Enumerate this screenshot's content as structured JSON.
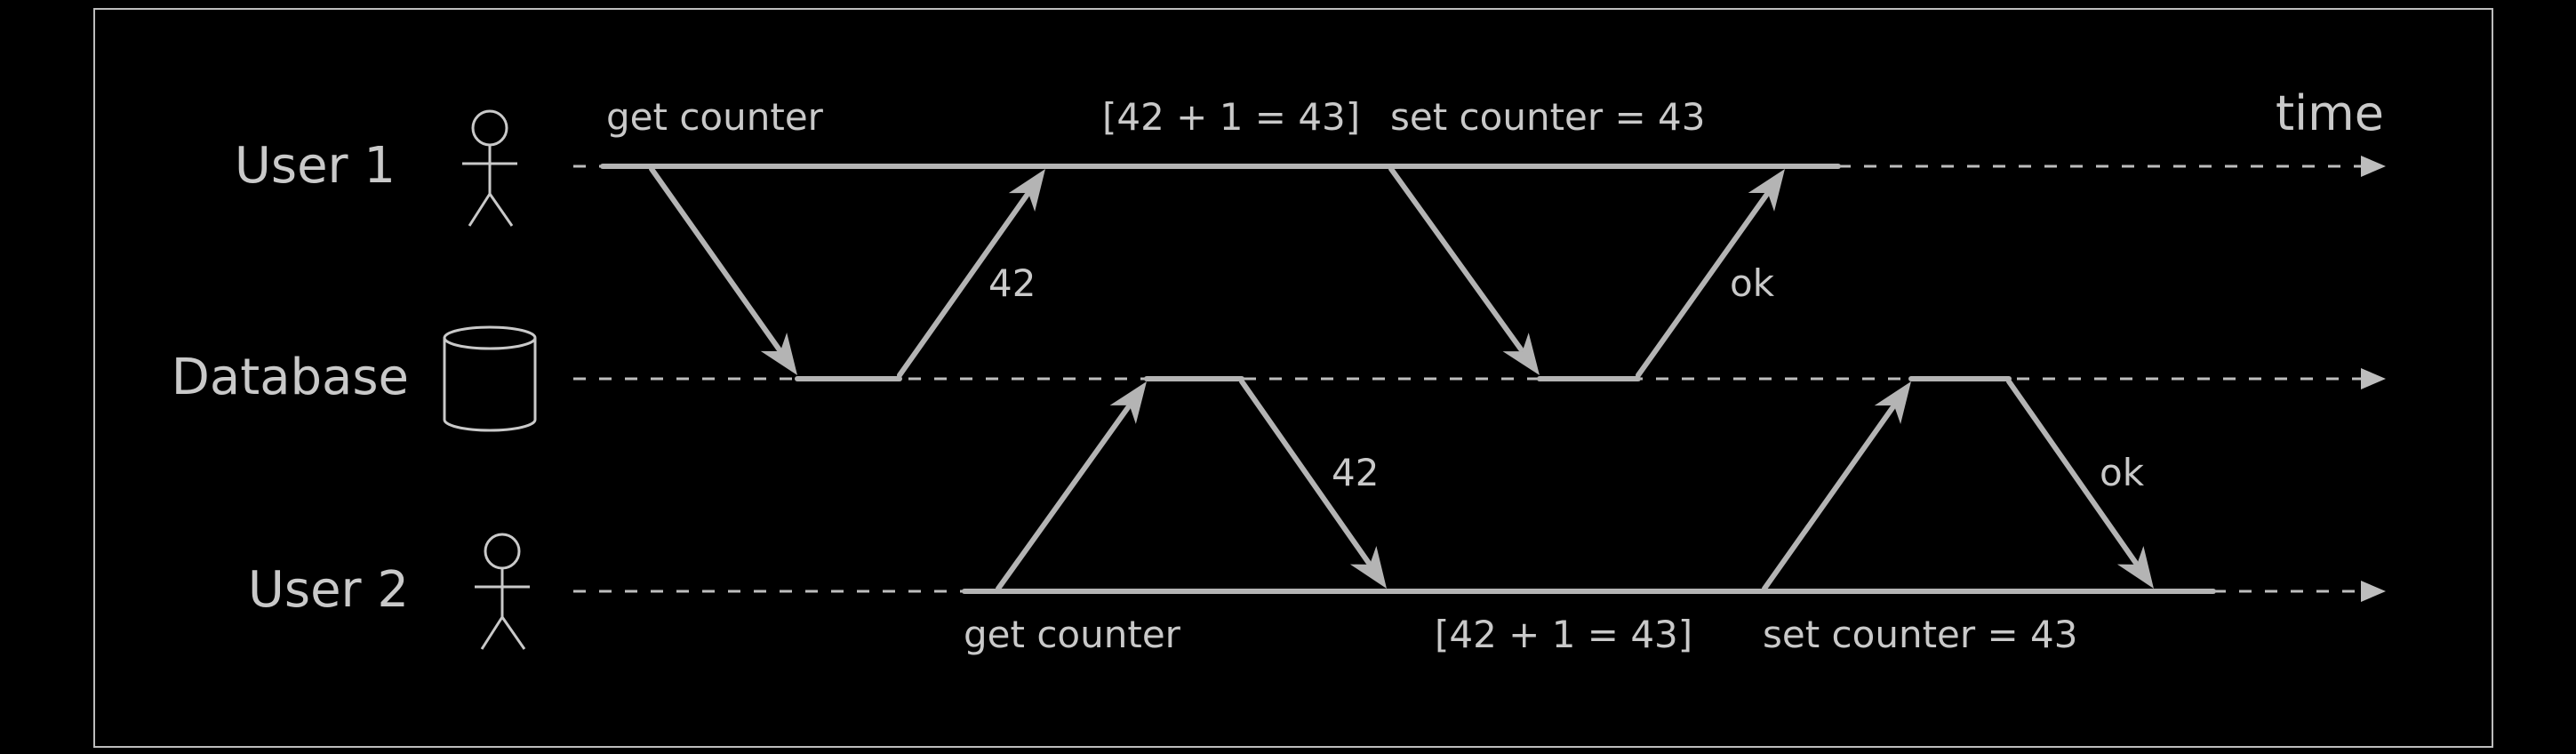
{
  "actors": {
    "user1": {
      "label": "User 1",
      "icon": "stick-figure-icon"
    },
    "database": {
      "label": "Database",
      "icon": "database-cylinder-icon"
    },
    "user2": {
      "label": "User 2",
      "icon": "stick-figure-icon"
    }
  },
  "time_label": "time",
  "user1_messages": {
    "get_counter": "get counter",
    "compute": "[42 + 1 = 43]",
    "set_counter": "set counter = 43"
  },
  "user2_messages": {
    "get_counter": "get counter",
    "compute": "[42 + 1 = 43]",
    "set_counter": "set counter = 43"
  },
  "responses": {
    "db_to_user1_value": "42",
    "db_to_user1_ack": "ok",
    "db_to_user2_value": "42",
    "db_to_user2_ack": "ok"
  },
  "colors": {
    "background": "#000000",
    "line": "#b4b4b4",
    "text": "#c9c9c9"
  }
}
